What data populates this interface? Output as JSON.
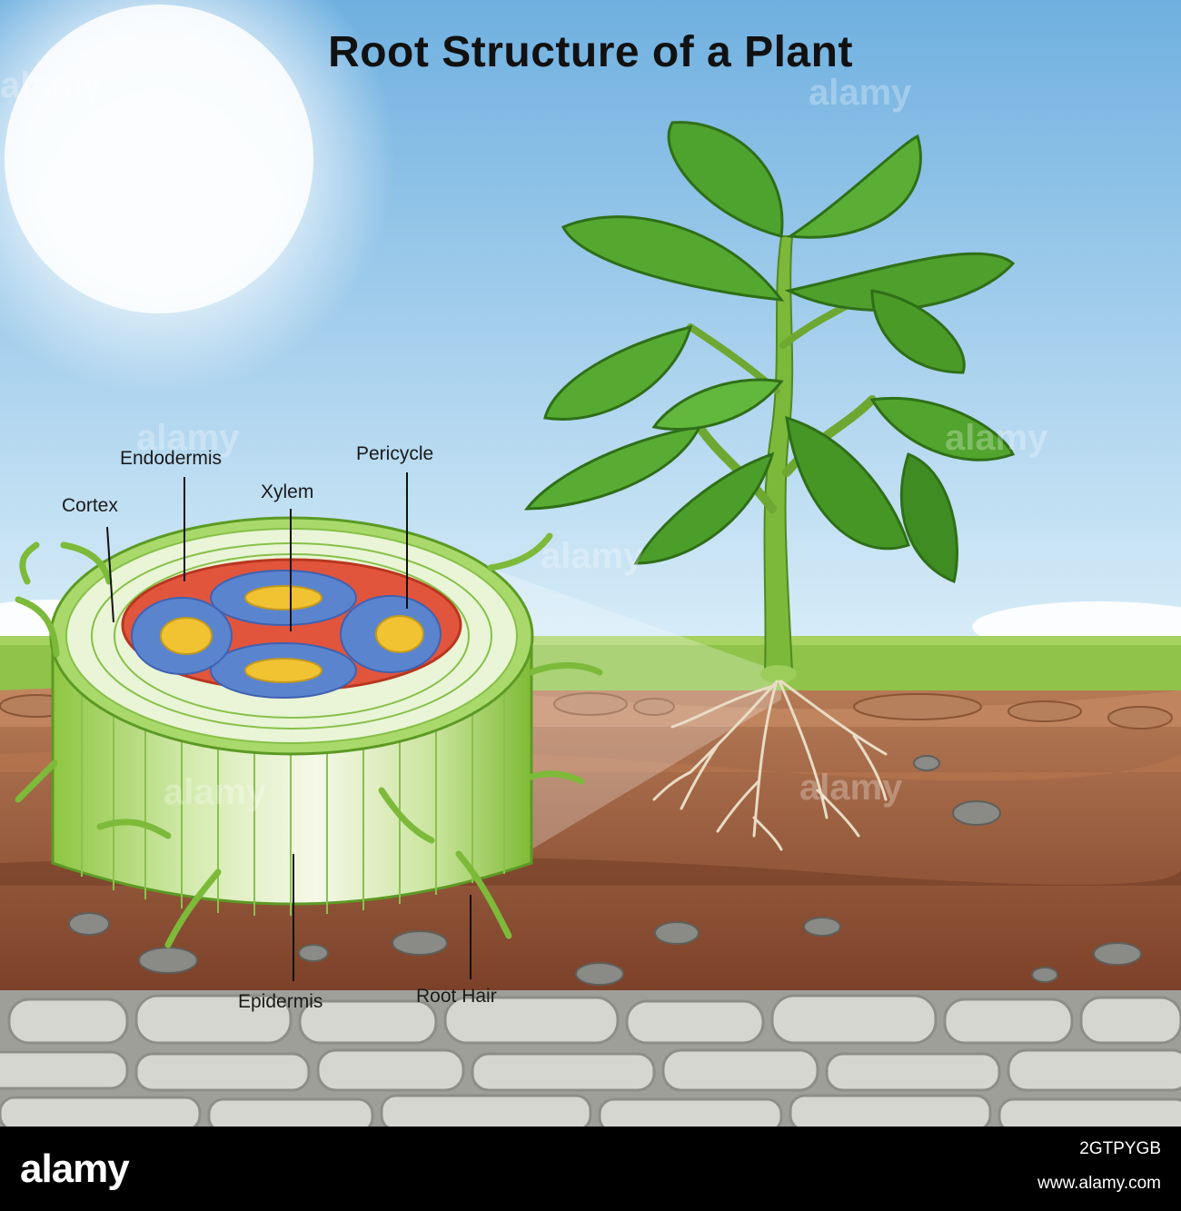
{
  "title": "Root Structure of a Plant",
  "labels": {
    "endodermis": "Endodermis",
    "pericycle": "Pericycle",
    "xylem": "Xylem",
    "cortex": "Cortex",
    "epidermis": "Epidermis",
    "root_hair": "Root Hair"
  },
  "watermark": "alamy",
  "footer": {
    "logo": "alamy",
    "image_id": "2GTPYGB",
    "site": "www.alamy.com"
  },
  "colors": {
    "sky": "#a9d2ee",
    "grass": "#8fc34a",
    "soil": "#9b5a3a",
    "stone": "#c9c9c4",
    "xylem_blue": "#5b84cf",
    "phloem_yellow": "#f1c232",
    "pericycle_red": "#e2553d"
  }
}
